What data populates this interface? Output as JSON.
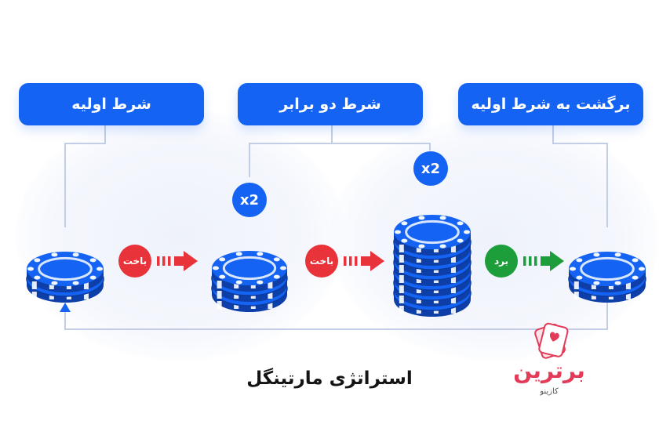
{
  "labels": {
    "initial_bet": "شرط اولیه",
    "double_bet": "شرط دو برابر",
    "return_bet": "برگشت به شرط اولیه"
  },
  "multipliers": {
    "first": "x2",
    "second": "x2"
  },
  "results": {
    "loss_1": "باخت",
    "loss_2": "باخت",
    "win": "برد"
  },
  "caption": "استراتژی مارتینگل",
  "logo": {
    "name": "برترین",
    "sub": "کازینو"
  },
  "colors": {
    "accent_blue": "#1463f3",
    "chip_light": "#3f86ff",
    "chip_dark": "#0e3fa8",
    "loss_red": "#e8333a",
    "win_green": "#1e9e3a",
    "connector": "#bfcbe6",
    "logo_pink": "#e23a57"
  },
  "chip_stacks": [
    {
      "id": "stack-1",
      "chips": 2
    },
    {
      "id": "stack-2",
      "chips": 3
    },
    {
      "id": "stack-3",
      "chips": 7
    },
    {
      "id": "stack-4",
      "chips": 2
    }
  ],
  "icons": [
    "arrow-right-icon",
    "arrow-up-icon",
    "card-suit-icon"
  ]
}
